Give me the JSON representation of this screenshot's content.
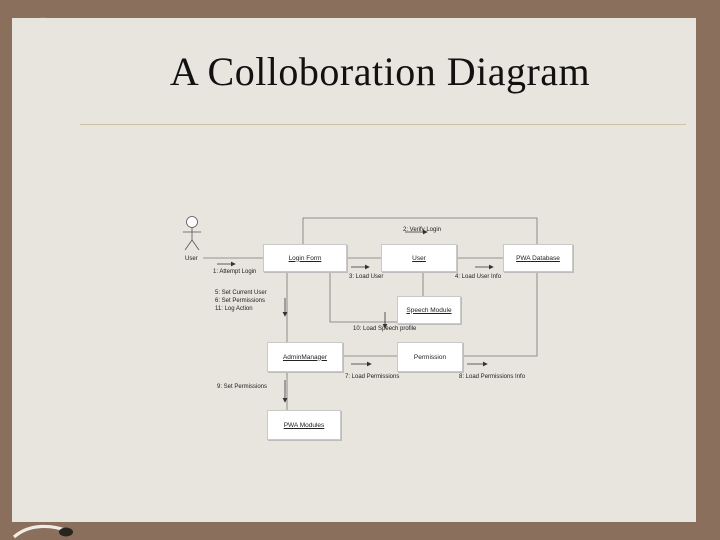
{
  "slide": {
    "title": "A Colloboration Diagram"
  },
  "diagram": {
    "actor": {
      "name": "User"
    },
    "objects": {
      "login_form": "Login Form",
      "user": "User",
      "pwa_database": "PWA Database",
      "speech_module": "Speech Module",
      "admin_manager": "AdminManager",
      "permission": "Permission",
      "pwa_modules": "PWA Modules"
    },
    "messages": {
      "m1": "1: Attempt Login",
      "m2": "2: Verify Login",
      "m3": "3: Load User",
      "m4": "4: Load User Info",
      "m5": "5: Set Current User",
      "m6": "6: Set Permissions",
      "m11": "11: Log Action",
      "m7": "7: Load Permissions",
      "m8": "8: Load Permissions Info",
      "m9": "9: Set Permissions",
      "m10": "10: Load Speech profile"
    }
  },
  "colors": {
    "background": "#8a6f5c",
    "slide": "#e8e4de",
    "rule": "#cfc2a2"
  }
}
